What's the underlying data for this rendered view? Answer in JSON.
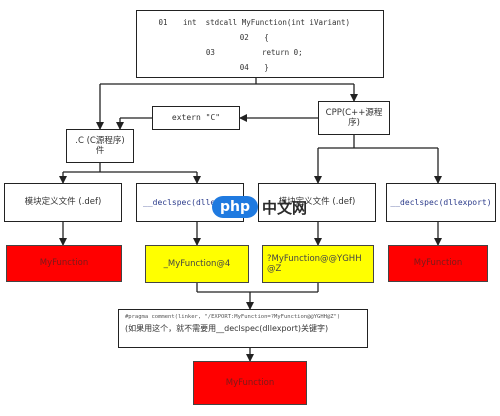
{
  "code_block": {
    "lines": [
      {
        "num": "01",
        "text": "int  stdcall MyFunction(int iVariant)"
      },
      {
        "num": "02",
        "text": "{"
      },
      {
        "num": "03",
        "text": "       return 0;"
      },
      {
        "num": "04",
        "text": "}"
      }
    ]
  },
  "nodes": {
    "cpp_source": "CPP(C++源程序)",
    "extern_c": "extern  \"C\"",
    "c_source": ".C  (C源程序)件",
    "def_file_left": "模块定义文件 (.def)",
    "declspec_left": "__declspec(dllexport)",
    "def_file_right": "模块定义文件 (.def)",
    "declspec_right": "__declspec(dllexport)",
    "result_red_left": "MyFunction",
    "result_yellow_left": "_MyFunction@4",
    "result_yellow_right": "?MyFunction@@YGHH@Z",
    "result_red_right": "MyFunction",
    "pragma_line1": "#pragma comment(linker, \"/EXPORT:MyFunction=?MyFunction@@YGHH@Z\")",
    "pragma_line2": "(如果用这个，就不需要用__declspec(dllexport)关键字)",
    "final_red": "MyFunction"
  },
  "watermark": {
    "logo": "php",
    "text": "中文网"
  },
  "colors": {
    "red": "#ff0000",
    "yellow": "#ffff00",
    "line": "#222222"
  }
}
